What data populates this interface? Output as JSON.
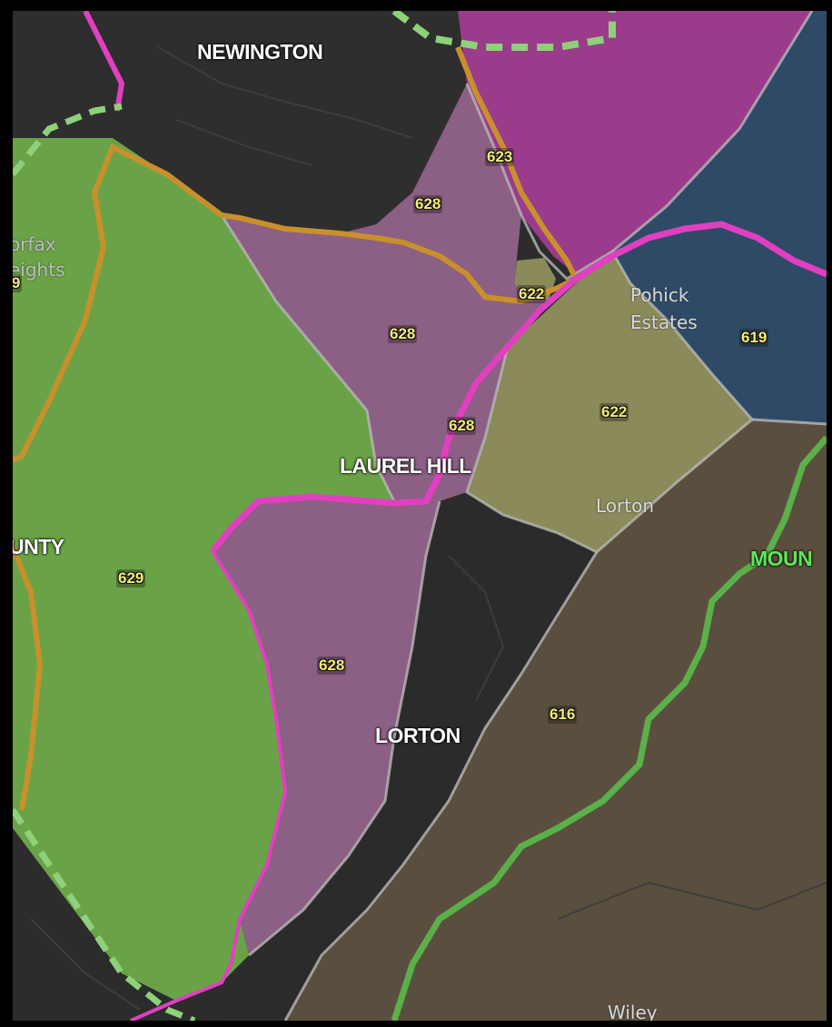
{
  "colors": {
    "background": "#2c2c2c",
    "zone_628": "#8c5f84",
    "zone_629": "#6aa347",
    "zone_622": "#8a8a5a",
    "zone_623": "#9b3b8c",
    "zone_619": "#2f4a66",
    "zone_616": "#5a4f3e",
    "boundary_magenta": "#e040c0",
    "boundary_orange": "#c8902c",
    "boundary_green": "#5bb04a",
    "code_text": "#f2ec7a"
  },
  "places": {
    "newington": "NEWINGTON",
    "laurel_hill": "LAUREL HILL",
    "lorton": "LORTON",
    "county_partial": "UNTY",
    "mount_partial": "MOUN"
  },
  "localities": {
    "fairfax_heights_line1": "orfax",
    "fairfax_heights_line2": "eights",
    "pohick_estates_line1": "Pohick",
    "pohick_estates_line2": "Estates",
    "lorton": "Lorton",
    "wiley": "Wiley"
  },
  "zone_codes": {
    "z628_north": "628",
    "z628_mid": "628",
    "z628_boundary": "628",
    "z628_south": "628",
    "z623": "623",
    "z622_small": "622",
    "z622_east": "622",
    "z619": "619",
    "z629": "629",
    "z616": "616",
    "z629_partial": "629"
  }
}
